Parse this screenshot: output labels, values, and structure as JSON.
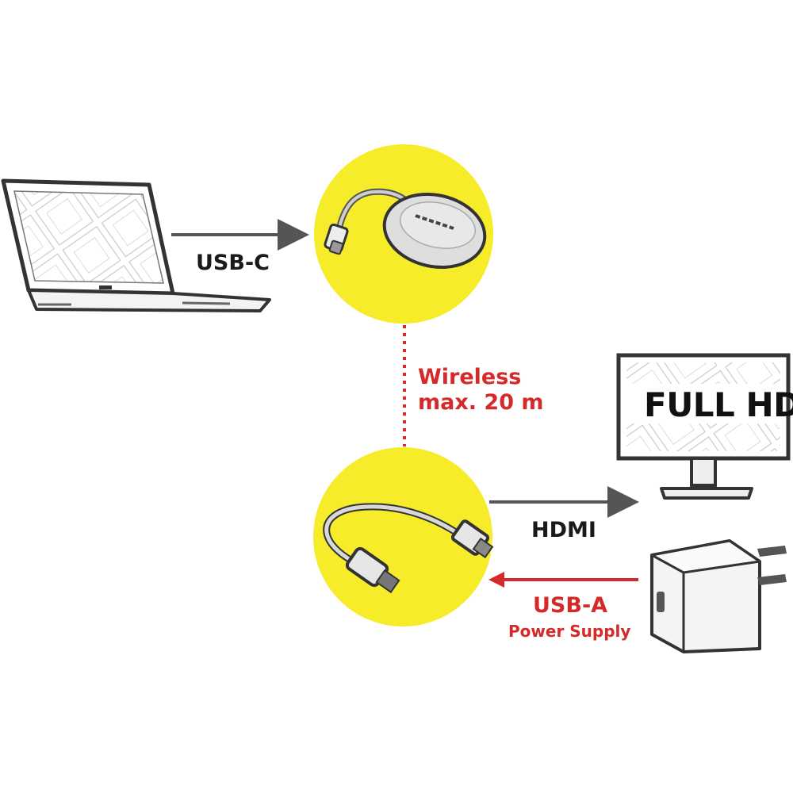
{
  "labels": {
    "usb_c": "USB-C",
    "wireless_line1": "Wireless",
    "wireless_line2": "max. 20 m",
    "full_hd": "FULL HD",
    "hdmi": "HDMI",
    "usb_a": "USB-A",
    "power_supply": "Power Supply"
  },
  "icons": {
    "laptop": "laptop-icon",
    "transmitter": "usb-c-transmitter-icon",
    "receiver": "hdmi-receiver-cable-icon",
    "monitor": "monitor-icon",
    "charger": "power-adapter-icon"
  },
  "colors": {
    "circle_fill": "#f7ec2a",
    "accent_red": "#d42a2a",
    "arrow_dark": "#555555",
    "text_dark": "#1a1a1a"
  }
}
